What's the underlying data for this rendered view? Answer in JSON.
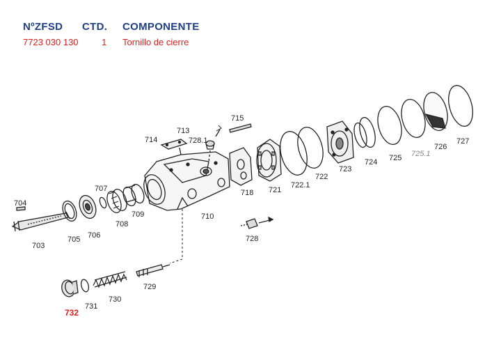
{
  "header": {
    "col_part": "NºZFSD",
    "col_qty": "CTD.",
    "col_component": "COMPONENTE"
  },
  "row": {
    "part_number": "7723 030 130",
    "quantity": "1",
    "component": "Tornillo de cierre"
  },
  "highlight_color": "#e0201c",
  "header_color": "#1f3f8a",
  "labels": {
    "p703": "703",
    "p704": "704",
    "p705": "705",
    "p706": "706",
    "p707": "707",
    "p708": "708",
    "p709": "709",
    "p710": "710",
    "p713": "713",
    "p714": "714",
    "p715": "715",
    "p718": "718",
    "p721": "721",
    "p722_1": "722.1",
    "p722": "722",
    "p723": "723",
    "p724": "724",
    "p725": "725",
    "p725_1": "725.1",
    "p726": "726",
    "p727": "727",
    "p728": "728",
    "p728_1": "728.1",
    "p729": "729",
    "p730": "730",
    "p731": "731",
    "p732": "732"
  }
}
